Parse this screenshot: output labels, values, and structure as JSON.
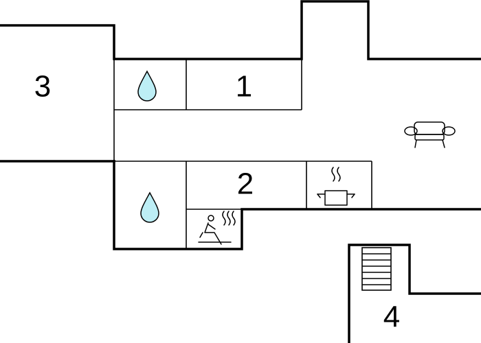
{
  "floorplan": {
    "rooms": [
      {
        "id": "room-1",
        "label": "1"
      },
      {
        "id": "room-2",
        "label": "2"
      },
      {
        "id": "room-3",
        "label": "3"
      },
      {
        "id": "room-4",
        "label": "4"
      }
    ],
    "icons": {
      "upper_bathroom": "water-drop-icon",
      "lower_bathroom": "water-drop-icon",
      "sauna": "sauna-icon",
      "kitchen": "cooking-pot-icon",
      "living_room": "sofa-icon",
      "staircase": "stairs-icon"
    },
    "colors": {
      "wall": "#000000",
      "water_drop": "#bdeef5",
      "background": "#ffffff"
    }
  }
}
